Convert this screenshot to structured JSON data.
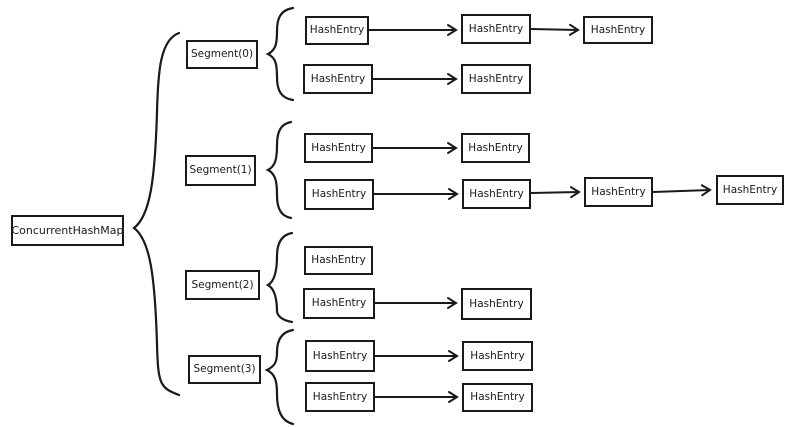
{
  "diagram": {
    "root_label": "ConcurrentHashMap",
    "segments": [
      {
        "label": "Segment(0)",
        "chains": [
          [
            "HashEntry",
            "HashEntry",
            "HashEntry"
          ],
          [
            "HashEntry",
            "HashEntry"
          ]
        ]
      },
      {
        "label": "Segment(1)",
        "chains": [
          [
            "HashEntry",
            "HashEntry"
          ],
          [
            "HashEntry",
            "HashEntry",
            "HashEntry",
            "HashEntry"
          ]
        ]
      },
      {
        "label": "Segment(2)",
        "chains": [
          [
            "HashEntry"
          ],
          [
            "HashEntry",
            "HashEntry"
          ]
        ]
      },
      {
        "label": "Segment(3)",
        "chains": [
          [
            "HashEntry",
            "HashEntry"
          ],
          [
            "HashEntry",
            "HashEntry"
          ]
        ]
      }
    ],
    "colors": {
      "line": "#1a1a1a",
      "box_border": "#1a1a1a",
      "box_fill": "#ffffff",
      "background": "#ffffff"
    }
  }
}
